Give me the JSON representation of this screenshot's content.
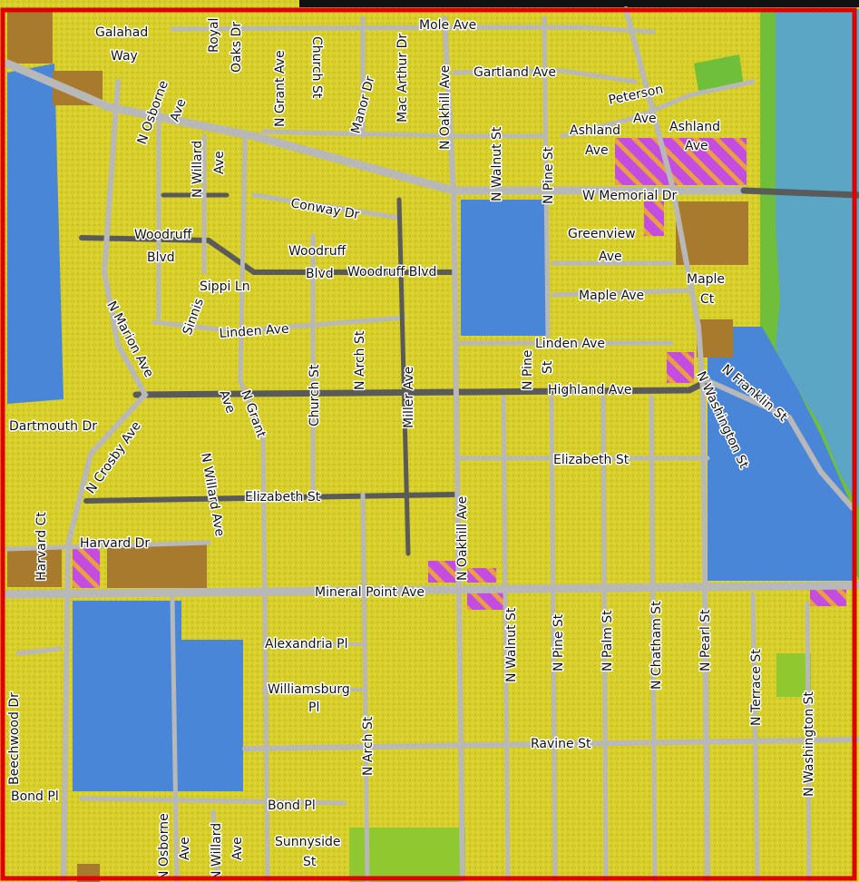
{
  "colors": {
    "residential": "#d8cf2a",
    "institutional": "#4a86d8",
    "commercial_brown": "#a77a2e",
    "mixed_magenta": "#c44ce0",
    "mixed_stripe": "#e8a040",
    "park_green": "#90c830",
    "water": "#5aa6c4",
    "riverbank_green": "#6fbf3a",
    "road": "#b8b8b8",
    "frame": "#e00000"
  },
  "streets": {
    "galahad": "Galahad",
    "way": "Way",
    "royal": "Royal",
    "oaks_dr": "Oaks Dr",
    "n_grant_ave_top": "N Grant Ave",
    "church_st_top": "Church St",
    "mac_arthur_dr": "Mac Arthur Dr",
    "n_oakhill_ave_top": "N Oakhill Ave",
    "mole_ave": "Mole Ave",
    "gartland_ave": "Gartland Ave",
    "peterson": "Peterson",
    "ave_peterson": "Ave",
    "n_osborne": "N Osborne",
    "ave_osborne": "Ave",
    "manor_dr": "Manor Dr",
    "n_walnut_st_top": "N Walnut St",
    "n_pine_st_top": "N Pine St",
    "ashland_1": "Ashland",
    "ave_ashland_1": "Ave",
    "ashland_2": "Ashland",
    "ave_ashland_2": "Ave",
    "n_willard": "N Willard",
    "ave_willard": "Ave",
    "w_memorial_dr": "W Memorial Dr",
    "conway_dr": "Conway Dr",
    "greenview": "Greenview",
    "ave_greenview": "Ave",
    "woodruff_1": "Woodruff",
    "blvd_1": "Blvd",
    "woodruff_2": "Woodruff",
    "blvd_2": "Blvd",
    "woodruff_blvd": "Woodruff Blvd",
    "sippi_ln": "Sippi Ln",
    "sinnis": "Sinnis",
    "maple": "Maple",
    "ct_maple": "Ct",
    "maple_ave": "Maple Ave",
    "n_marion_ave": "N Marion Ave",
    "linden_ave_1": "Linden Ave",
    "linden_ave_2": "Linden Ave",
    "church_st": "Church St",
    "n_arch_st_top": "N Arch St",
    "miller_ave": "Miller Ave",
    "n_pine": "N Pine",
    "st_pine": "St",
    "highland_ave": "Highland Ave",
    "n_franklin_st": "N Franklin St",
    "n_washington_st_top": "N Washington St",
    "dartmouth_dr": "Dartmouth Dr",
    "n_crosby_ave": "N Crosby Ave",
    "ave_grant": "Ave",
    "n_grant": "N Grant",
    "n_willard_ave": "N Willard Ave",
    "elizabeth_st_1": "Elizabeth St",
    "elizabeth_st_2": "Elizabeth St",
    "n_oakhill_ave": "N Oakhill Ave",
    "harvard_ct": "Harvard Ct",
    "harvard_dr": "Harvard Dr",
    "mineral_point_ave": "Mineral Point Ave",
    "n_walnut_st": "N Walnut St",
    "n_pine_st": "N Pine St",
    "n_palm_st": "N Palm St",
    "n_chatham_st": "N Chatham St",
    "n_pearl_st": "N Pearl St",
    "n_terrace_st": "N Terrace St",
    "n_washington_st": "N Washington St",
    "alexandria_pl": "Alexandria Pl",
    "williamsburg": "Williamsburg",
    "pl_williamsburg": "Pl",
    "n_arch_st": "N Arch St",
    "ravine_st": "Ravine St",
    "beechwood_dr": "Beechwood Dr",
    "bond_pl_1": "Bond Pl",
    "bond_pl_2": "Bond Pl",
    "n_osborne_bottom": "N Osborne",
    "ave_osborne_bottom": "Ave",
    "n_willard_bottom": "N Willard",
    "ave_willard_bottom": "Ave",
    "sunnyside": "Sunnyside",
    "st_sunnyside": "St"
  }
}
